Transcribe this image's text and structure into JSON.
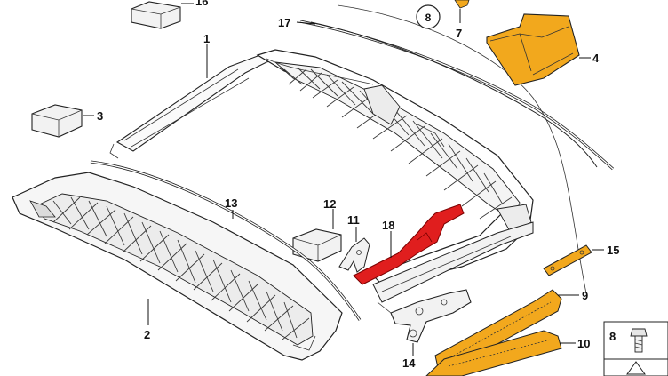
{
  "labels": {
    "p1": "1",
    "p2": "2",
    "p3": "3",
    "p4": "4",
    "p7": "7",
    "p8": "8",
    "p8b": "8",
    "p9": "9",
    "p10": "10",
    "p11": "11",
    "p12": "12",
    "p13": "13",
    "p14": "14",
    "p15": "15",
    "p16": "16",
    "p17": "17",
    "p18": "18"
  },
  "colors": {
    "highlight_red": "#e01e1e",
    "highlight_orange": "#f2a81d",
    "line": "#222222",
    "box_fill": "#f2f2f2"
  },
  "icons": [
    "parts-box-icon",
    "screw-icon",
    "warning-triangle-icon"
  ]
}
